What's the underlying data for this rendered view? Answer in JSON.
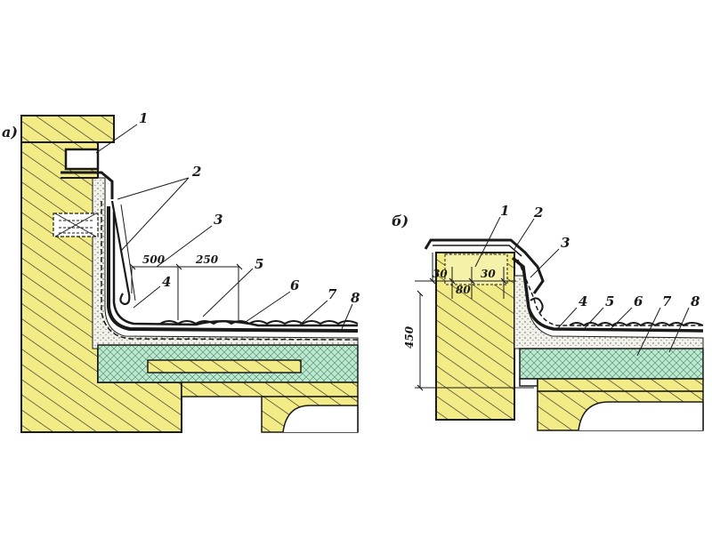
{
  "colors": {
    "masonry": "#f3ec86",
    "insulation": "#bfe8cf",
    "hatch": "#2a2a2a",
    "membrane": "#151515",
    "gravel": "#333333",
    "screed": "#f2f2ea"
  },
  "detail_a": {
    "letter": "а)",
    "callouts": [
      "1",
      "2",
      "3",
      "4",
      "5",
      "6",
      "7",
      "8"
    ],
    "dims": [
      "500",
      "250"
    ]
  },
  "detail_b": {
    "letter": "б)",
    "callouts": [
      "1",
      "2",
      "3",
      "4",
      "5",
      "6",
      "7",
      "8"
    ],
    "dims": [
      "30",
      "80",
      "30",
      "450"
    ]
  }
}
